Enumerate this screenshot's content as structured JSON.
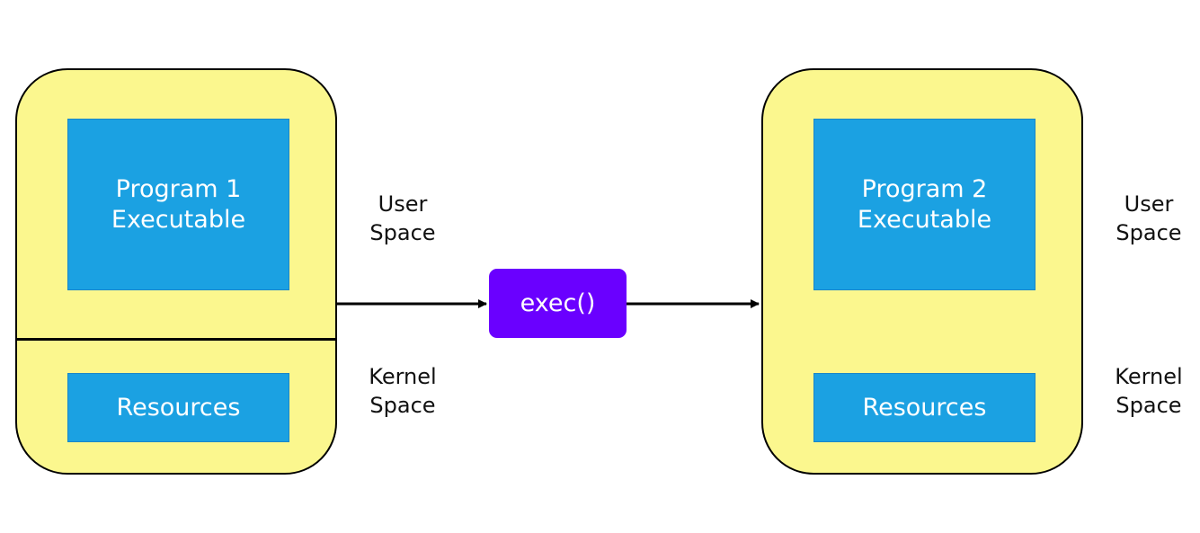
{
  "colors": {
    "process_fill": "#fbf78e",
    "block_fill": "#1ba1e2",
    "exec_fill": "#6a00ff",
    "line": "#000000"
  },
  "process_1": {
    "executable_label": "Program 1\nExecutable",
    "resources_label": "Resources",
    "user_space_label": "User\nSpace",
    "kernel_space_label": "Kernel\nSpace"
  },
  "exec_call": {
    "label": "exec()"
  },
  "process_2": {
    "executable_label": "Program 2\nExecutable",
    "resources_label": "Resources",
    "user_space_label": "User\nSpace",
    "kernel_space_label": "Kernel\nSpace"
  }
}
